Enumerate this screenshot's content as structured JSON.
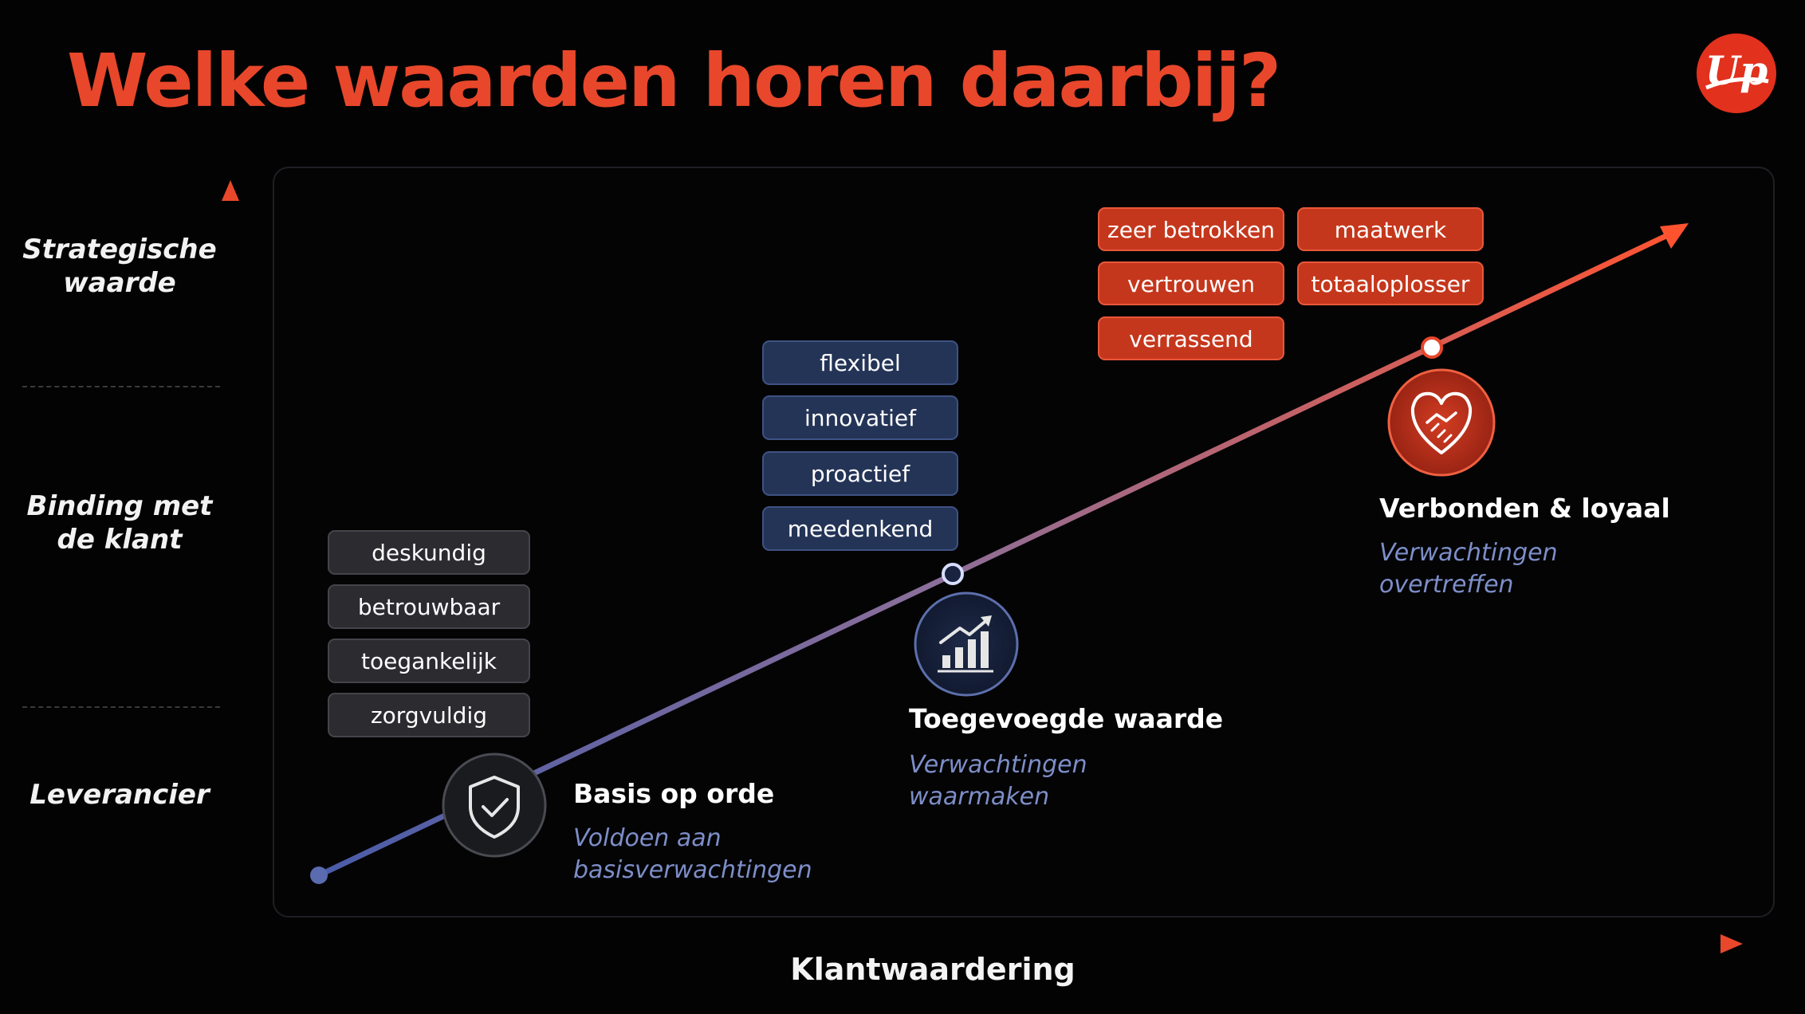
{
  "title": "Welke waarden horen daarbij?",
  "logo_text": "Up",
  "y_axis": {
    "levels": [
      "Strategische waarde",
      "Binding met de klant",
      "Leverancier"
    ],
    "levels_lines": [
      [
        "Strategische",
        "waarde"
      ],
      [
        "Binding met",
        "de klant"
      ],
      [
        "Leverancier"
      ]
    ]
  },
  "x_axis": {
    "label": "Klantwaardering"
  },
  "stages": [
    {
      "title": "Basis op orde",
      "subtitle_lines": [
        "Voldoen aan",
        "basisverwachtingen"
      ],
      "icon": "shield-check-icon",
      "values": [
        "deskundig",
        "betrouwbaar",
        "toegankelijk",
        "zorgvuldig"
      ]
    },
    {
      "title": "Toegevoegde waarde",
      "subtitle_lines": [
        "Verwachtingen",
        "waarmaken"
      ],
      "icon": "growth-chart-icon",
      "values": [
        "flexibel",
        "innovatief",
        "proactief",
        "meedenkend"
      ]
    },
    {
      "title": "Verbonden & loyaal",
      "subtitle_lines": [
        "Verwachtingen",
        "overtreffen"
      ],
      "icon": "heart-handshake-icon",
      "values": [
        "zeer betrokken",
        "maatwerk",
        "vertrouwen",
        "totaaloplosser",
        "verrassend"
      ]
    }
  ],
  "colors": {
    "accent": "#e8472b",
    "blue": "#5566a8",
    "tag_gray": "#2b2b30",
    "tag_blue": "#243457",
    "tag_red": "#c5371c",
    "subtitle": "#7d8ec8"
  }
}
